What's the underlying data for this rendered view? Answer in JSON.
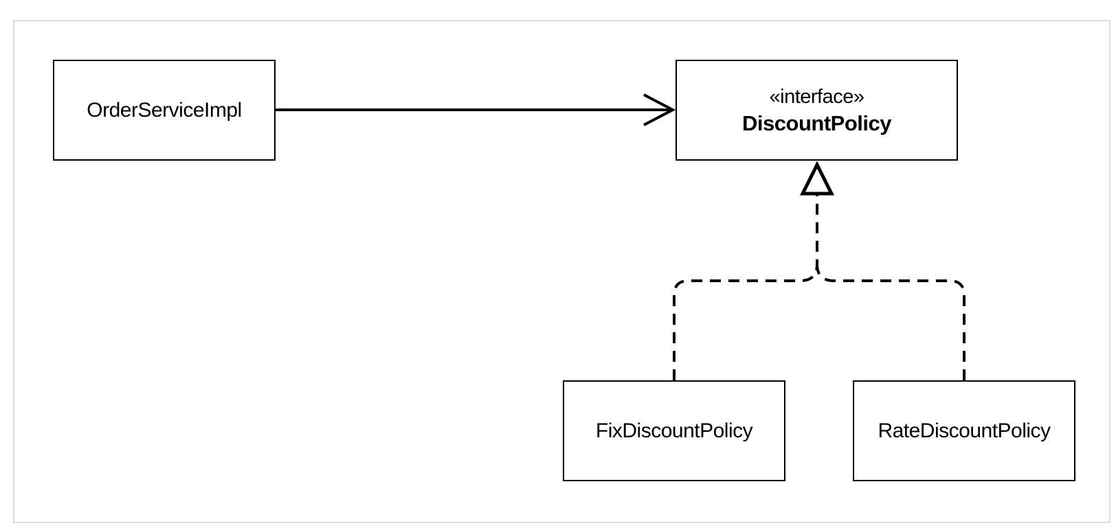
{
  "diagram": {
    "classes": {
      "order_service_impl": {
        "name": "OrderServiceImpl"
      },
      "discount_policy": {
        "stereotype": "«interface»",
        "name": "DiscountPolicy"
      },
      "fix_discount_policy": {
        "name": "FixDiscountPolicy"
      },
      "rate_discount_policy": {
        "name": "RateDiscountPolicy"
      }
    },
    "relations": [
      {
        "type": "association",
        "from": "OrderServiceImpl",
        "to": "DiscountPolicy",
        "arrowhead": "open"
      },
      {
        "type": "realization",
        "from": "FixDiscountPolicy",
        "to": "DiscountPolicy",
        "arrowhead": "hollow-triangle",
        "line": "dashed"
      },
      {
        "type": "realization",
        "from": "RateDiscountPolicy",
        "to": "DiscountPolicy",
        "arrowhead": "hollow-triangle",
        "line": "dashed"
      }
    ],
    "colors": {
      "stroke": "#000000",
      "frame_border": "#dcdcdc",
      "background": "#ffffff"
    }
  }
}
